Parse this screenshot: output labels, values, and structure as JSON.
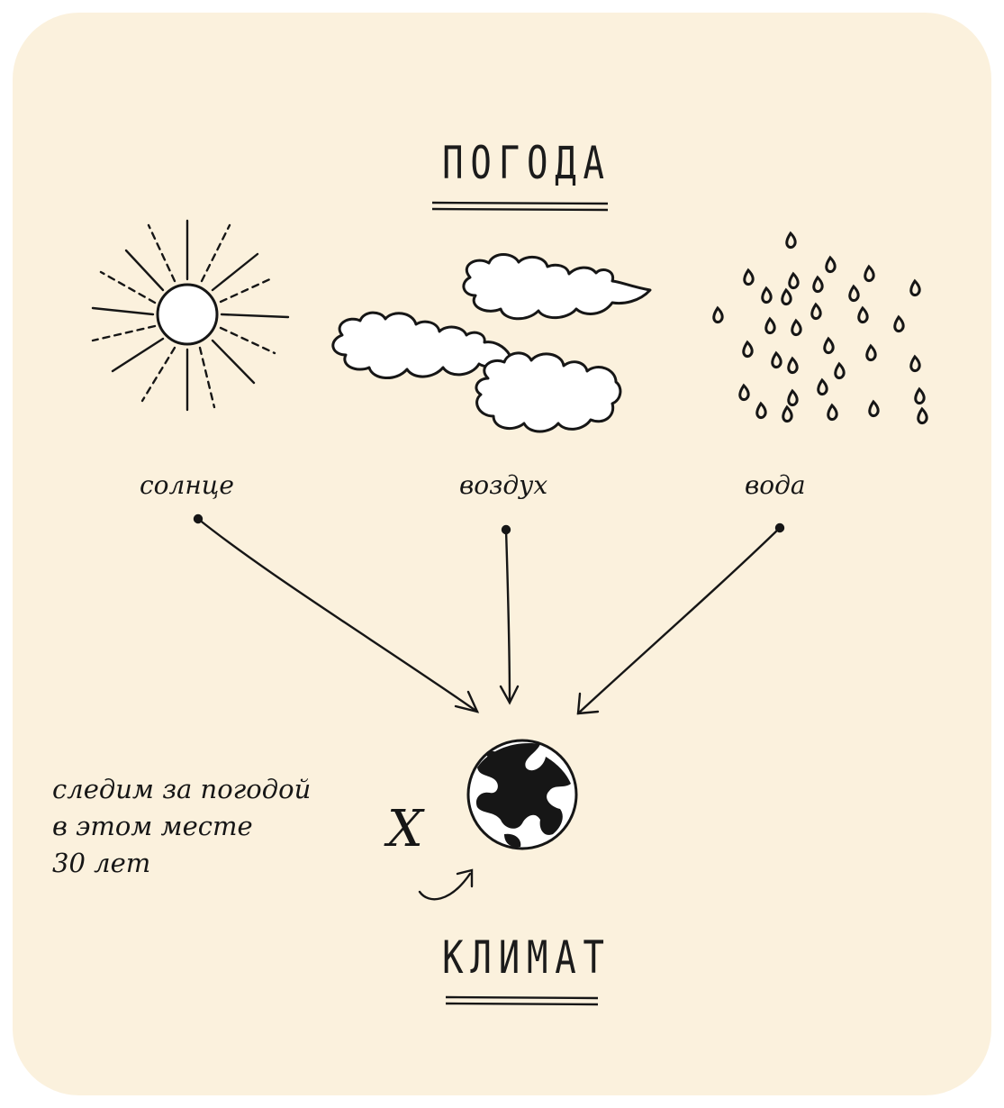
{
  "diagram": {
    "title_top": "ПОГОДА",
    "title_bottom": "КЛИМАТ",
    "factors": [
      {
        "label": "солнце",
        "icon": "sun-icon"
      },
      {
        "label": "воздух",
        "icon": "clouds-icon"
      },
      {
        "label": "вода",
        "icon": "raindrops-icon"
      }
    ],
    "note_lines": [
      "следим за погодой",
      "в этом месте",
      "30 лет"
    ],
    "note_multiplier": "X",
    "center_icon": "globe-icon",
    "colors": {
      "background": "#fbf1dd",
      "ink": "#161616"
    }
  }
}
